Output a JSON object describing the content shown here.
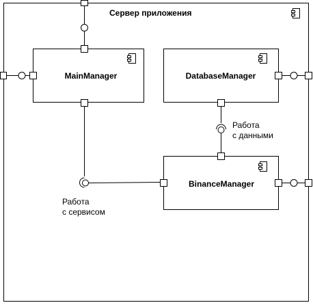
{
  "container": {
    "title": "Сервер приложения",
    "icon": "component-icon"
  },
  "components": {
    "main_manager": {
      "label": "MainManager",
      "icon": "component-icon"
    },
    "database_manager": {
      "label": "DatabaseManager",
      "icon": "component-icon"
    },
    "binance_manager": {
      "label": "BinanceManager",
      "icon": "component-icon"
    }
  },
  "interfaces": {
    "data_work": {
      "line1": "Работа",
      "line2": "с данными"
    },
    "service_work": {
      "line1": "Работа",
      "line2": "с сервисом"
    }
  },
  "colors": {
    "stroke": "#000000",
    "line": "#444444",
    "background": "#ffffff"
  }
}
